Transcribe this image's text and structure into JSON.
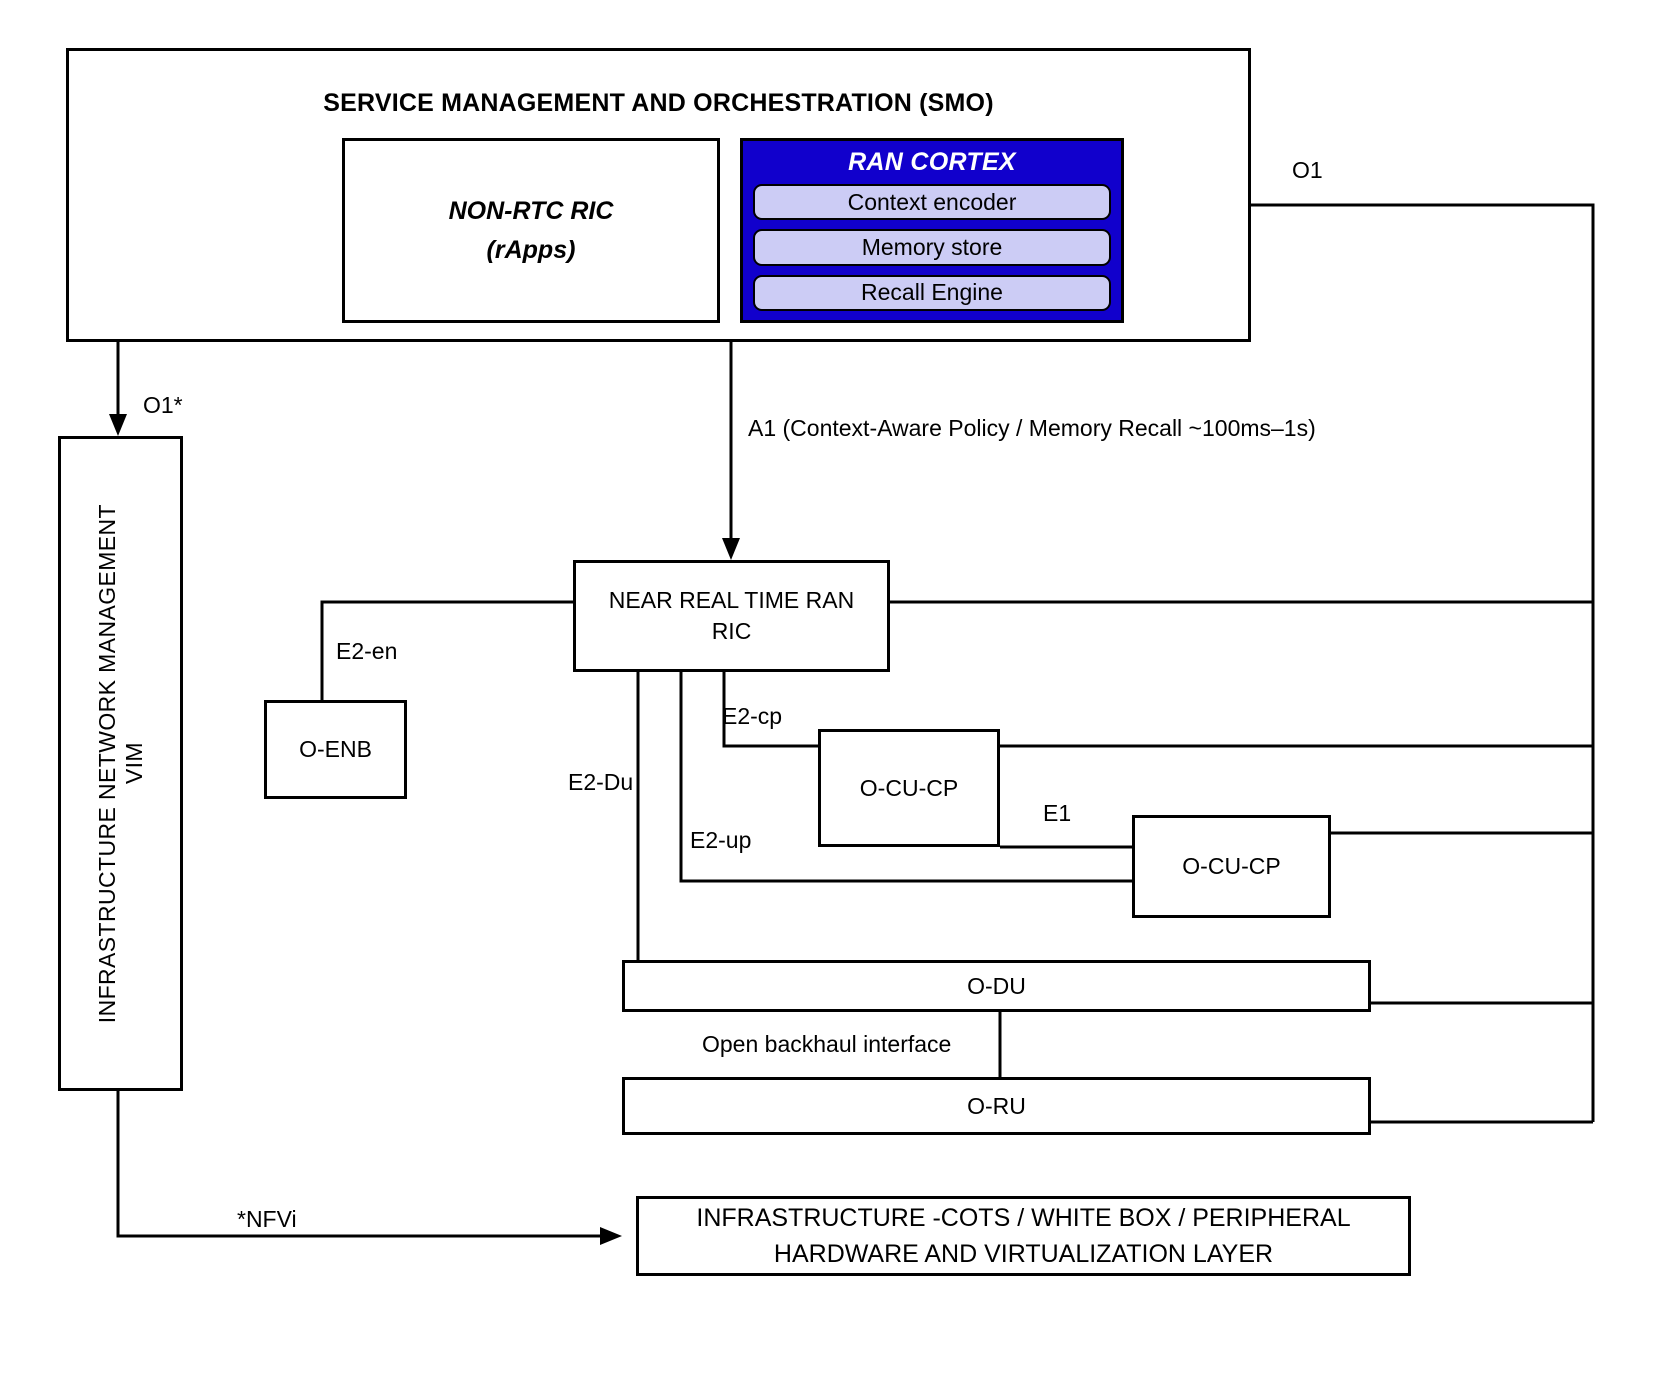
{
  "diagram": {
    "title": "O-RAN architecture with RAN CORTEX in SMO",
    "colors": {
      "cortex_fill": "#1100CC",
      "cortex_module_fill": "#CCCCF5",
      "cortex_title_text": "#FFFFFF",
      "line": "#000000",
      "background": "#FFFFFF"
    }
  },
  "smo": {
    "title": "SERVICE MANAGEMENT AND ORCHESTRATION (SMO)",
    "non_rtc_ric": {
      "line1": "NON-RTC RIC",
      "line2": "(rApps)"
    },
    "ran_cortex": {
      "title": "RAN CORTEX",
      "modules": [
        {
          "label": "Context encoder"
        },
        {
          "label": "Memory store"
        },
        {
          "label": "Recall Engine"
        }
      ]
    }
  },
  "vim": {
    "line1": "INFRASTRUCTURE NETWORK MANAGEMENT",
    "line2": "VIM"
  },
  "nodes": {
    "near_rt_ric": {
      "line1": "NEAR REAL TIME RAN",
      "line2": "RIC"
    },
    "o_enb": {
      "label": "O-ENB"
    },
    "o_cu_cp_1": {
      "label": "O-CU-CP"
    },
    "o_cu_cp_2": {
      "label": "O-CU-CP"
    },
    "o_du": {
      "label": "O-DU"
    },
    "o_ru": {
      "label": "O-RU"
    },
    "infrastructure": {
      "line1": "INFRASTRUCTURE -COTS  / WHITE BOX / PERIPHERAL",
      "line2": "HARDWARE AND VIRTUALIZATION LAYER"
    }
  },
  "interfaces": {
    "o1": "O1",
    "o1_star": "O1*",
    "a1": "A1 (Context-Aware Policy / Memory Recall ~100ms–1s)",
    "e2_en": "E2-en",
    "e2_cp": "E2-cp",
    "e2_du": "E2-Du",
    "e2_up": "E2-up",
    "e1": "E1",
    "open_backhaul": "Open backhaul interface",
    "nfvi": "*NFVi"
  }
}
